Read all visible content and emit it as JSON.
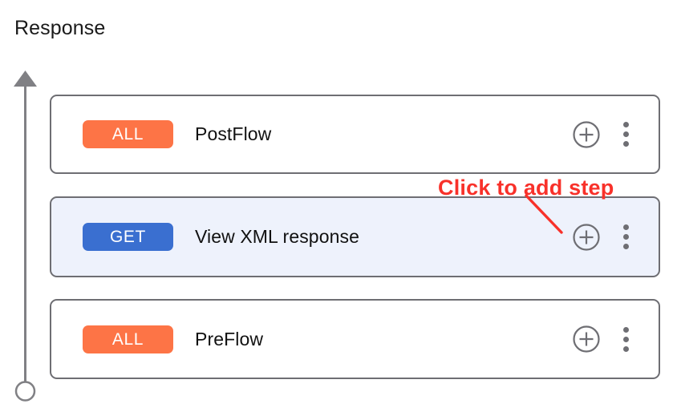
{
  "section": {
    "title": "Response"
  },
  "flow_axis": {
    "direction": "up",
    "arrow_icon": "arrow-up-icon",
    "endpoint_icon": "circle-endpoint-icon",
    "line_color": "#808084"
  },
  "annotation": {
    "text": "Click to add step",
    "color": "#f8312a",
    "points_to": "add-step-button-row-2"
  },
  "colors": {
    "badge_all": "#fd7446",
    "badge_get": "#3a6fd0",
    "card_border": "#6e6e73",
    "card_selected_bg": "#eef2fc",
    "icon_gray": "#6e6e73",
    "annotation_red": "#f8312a",
    "title_text": "#1a1a1a"
  },
  "icons": {
    "add_step": "plus-circle-icon",
    "more_options": "kebab-menu-icon"
  },
  "rows": [
    {
      "badge": "ALL",
      "badge_kind": "all",
      "label": "PostFlow",
      "selected": false,
      "add_label": "Add step",
      "more_label": "More options"
    },
    {
      "badge": "GET",
      "badge_kind": "get",
      "label": "View XML response",
      "selected": true,
      "add_label": "Add step",
      "more_label": "More options"
    },
    {
      "badge": "ALL",
      "badge_kind": "all",
      "label": "PreFlow",
      "selected": false,
      "add_label": "Add step",
      "more_label": "More options"
    }
  ]
}
